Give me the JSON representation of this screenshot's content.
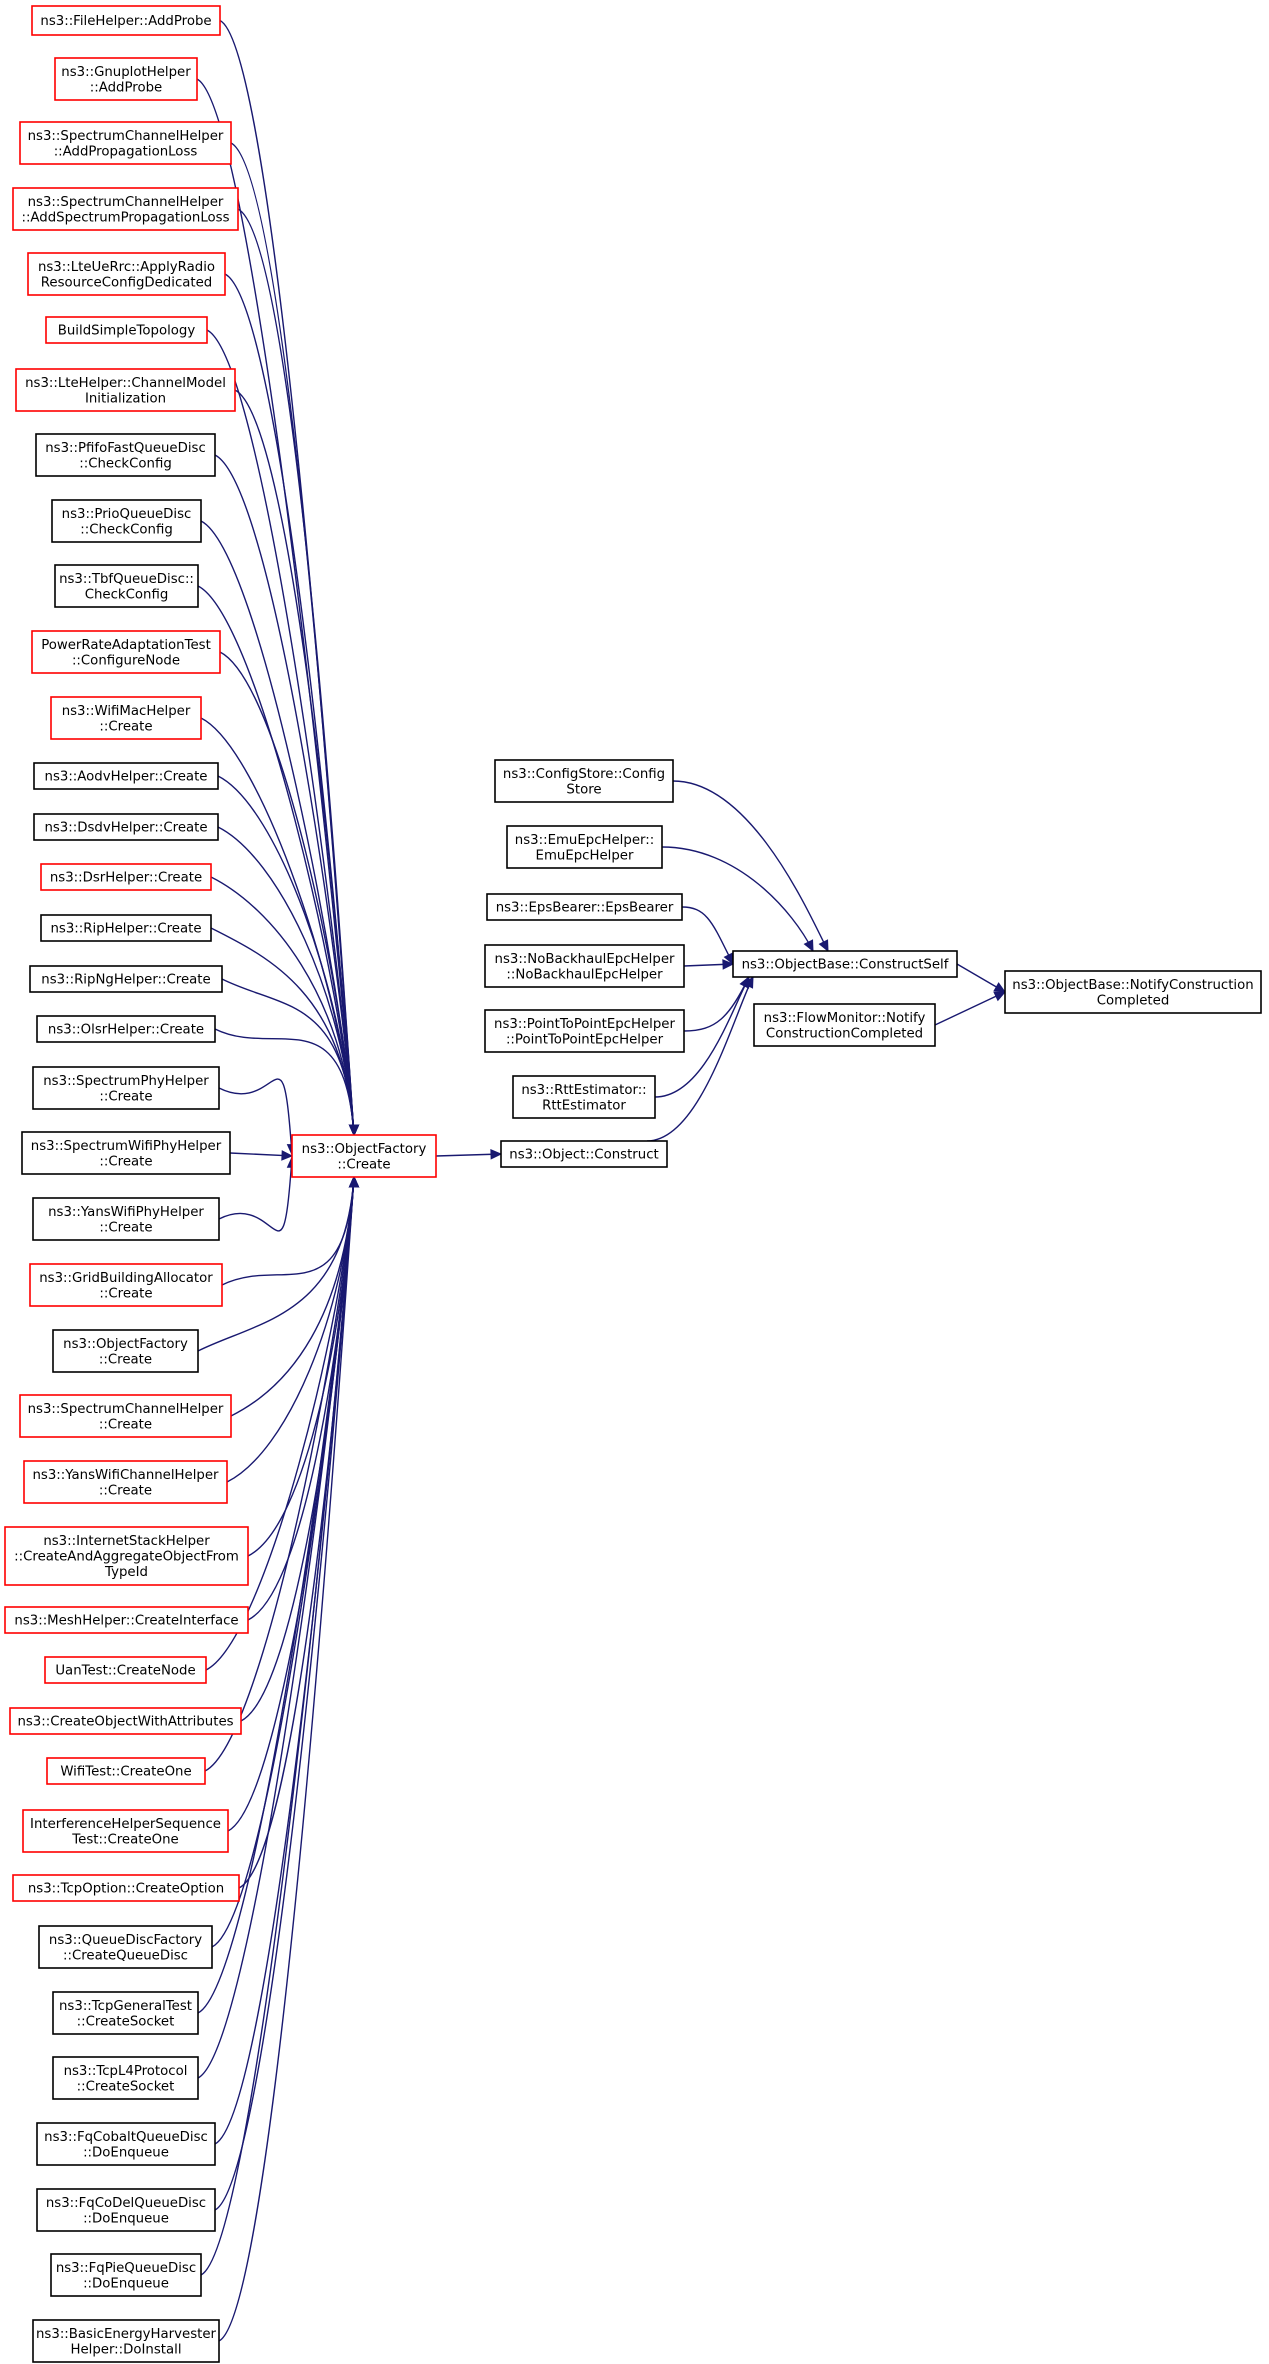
{
  "colors": {
    "edge": "#191970",
    "border_black": "#000000",
    "border_red": "#ff0000",
    "focus_fill": "#bfbfbf"
  },
  "focus": {
    "id": "notify",
    "lines": [
      "ns3::ObjectBase::NotifyConstruction",
      "Completed"
    ]
  },
  "nodes": [
    {
      "id": "fh_addprobe",
      "lines": [
        "ns3::FileHelper::AddProbe"
      ],
      "border": "red"
    },
    {
      "id": "gp_addprobe",
      "lines": [
        "ns3::GnuplotHelper",
        "::AddProbe"
      ],
      "border": "red"
    },
    {
      "id": "sch_addprop",
      "lines": [
        "ns3::SpectrumChannelHelper",
        "::AddPropagationLoss"
      ],
      "border": "red"
    },
    {
      "id": "sch_addspec",
      "lines": [
        "ns3::SpectrumChannelHelper",
        "::AddSpectrumPropagationLoss"
      ],
      "border": "red"
    },
    {
      "id": "lte_apply",
      "lines": [
        "ns3::LteUeRrc::ApplyRadio",
        "ResourceConfigDedicated"
      ],
      "border": "red"
    },
    {
      "id": "build_simple",
      "lines": [
        "BuildSimpleTopology"
      ],
      "border": "red"
    },
    {
      "id": "lte_chan",
      "lines": [
        "ns3::LteHelper::ChannelModel",
        "Initialization"
      ],
      "border": "red"
    },
    {
      "id": "pfifo",
      "lines": [
        "ns3::PfifoFastQueueDisc",
        "::CheckConfig"
      ],
      "border": "black"
    },
    {
      "id": "prio",
      "lines": [
        "ns3::PrioQueueDisc",
        "::CheckConfig"
      ],
      "border": "black"
    },
    {
      "id": "tbf",
      "lines": [
        "ns3::TbfQueueDisc::",
        "CheckConfig"
      ],
      "border": "black"
    },
    {
      "id": "power_rate",
      "lines": [
        "PowerRateAdaptationTest",
        "::ConfigureNode"
      ],
      "border": "red"
    },
    {
      "id": "wifimac",
      "lines": [
        "ns3::WifiMacHelper",
        "::Create"
      ],
      "border": "red"
    },
    {
      "id": "aodv",
      "lines": [
        "ns3::AodvHelper::Create"
      ],
      "border": "black"
    },
    {
      "id": "dsdv",
      "lines": [
        "ns3::DsdvHelper::Create"
      ],
      "border": "black"
    },
    {
      "id": "dsr",
      "lines": [
        "ns3::DsrHelper::Create"
      ],
      "border": "red"
    },
    {
      "id": "rip",
      "lines": [
        "ns3::RipHelper::Create"
      ],
      "border": "black"
    },
    {
      "id": "ripng",
      "lines": [
        "ns3::RipNgHelper::Create"
      ],
      "border": "black"
    },
    {
      "id": "olsr",
      "lines": [
        "ns3::OlsrHelper::Create"
      ],
      "border": "black"
    },
    {
      "id": "specphy",
      "lines": [
        "ns3::SpectrumPhyHelper",
        "::Create"
      ],
      "border": "black"
    },
    {
      "id": "specwifi",
      "lines": [
        "ns3::SpectrumWifiPhyHelper",
        "::Create"
      ],
      "border": "black"
    },
    {
      "id": "yanswifi",
      "lines": [
        "ns3::YansWifiPhyHelper",
        "::Create"
      ],
      "border": "black"
    },
    {
      "id": "gridbuild",
      "lines": [
        "ns3::GridBuildingAllocator",
        "::Create"
      ],
      "border": "red"
    },
    {
      "id": "objfact_c",
      "lines": [
        "ns3::ObjectFactory",
        "::Create"
      ],
      "border": "black"
    },
    {
      "id": "specchan_c",
      "lines": [
        "ns3::SpectrumChannelHelper",
        "::Create"
      ],
      "border": "red"
    },
    {
      "id": "yanschan_c",
      "lines": [
        "ns3::YansWifiChannelHelper",
        "::Create"
      ],
      "border": "red"
    },
    {
      "id": "inetstack",
      "lines": [
        "ns3::InternetStackHelper",
        "::CreateAndAggregateObjectFrom",
        "TypeId"
      ],
      "border": "red"
    },
    {
      "id": "mesh",
      "lines": [
        "ns3::MeshHelper::CreateInterface"
      ],
      "border": "red"
    },
    {
      "id": "uan",
      "lines": [
        "UanTest::CreateNode"
      ],
      "border": "red"
    },
    {
      "id": "createobj",
      "lines": [
        "ns3::CreateObjectWithAttributes"
      ],
      "border": "red"
    },
    {
      "id": "wifitest",
      "lines": [
        "WifiTest::CreateOne"
      ],
      "border": "red"
    },
    {
      "id": "interf",
      "lines": [
        "InterferenceHelperSequence",
        "Test::CreateOne"
      ],
      "border": "red"
    },
    {
      "id": "tcpopt",
      "lines": [
        "ns3::TcpOption::CreateOption"
      ],
      "border": "red"
    },
    {
      "id": "qdfact",
      "lines": [
        "ns3::QueueDiscFactory",
        "::CreateQueueDisc"
      ],
      "border": "black"
    },
    {
      "id": "tcpgen",
      "lines": [
        "ns3::TcpGeneralTest",
        "::CreateSocket"
      ],
      "border": "black"
    },
    {
      "id": "tcpl4",
      "lines": [
        "ns3::TcpL4Protocol",
        "::CreateSocket"
      ],
      "border": "black"
    },
    {
      "id": "fqcobalt",
      "lines": [
        "ns3::FqCobaltQueueDisc",
        "::DoEnqueue"
      ],
      "border": "black"
    },
    {
      "id": "fqcodel",
      "lines": [
        "ns3::FqCoDelQueueDisc",
        "::DoEnqueue"
      ],
      "border": "black"
    },
    {
      "id": "fqpie",
      "lines": [
        "ns3::FqPieQueueDisc",
        "::DoEnqueue"
      ],
      "border": "black"
    },
    {
      "id": "basicenergy",
      "lines": [
        "ns3::BasicEnergyHarvester",
        "Helper::DoInstall"
      ],
      "border": "black"
    },
    {
      "id": "objfactory_create",
      "lines": [
        "ns3::ObjectFactory",
        "::Create"
      ],
      "border": "red"
    },
    {
      "id": "object_construct",
      "lines": [
        "ns3::Object::Construct"
      ],
      "border": "black"
    },
    {
      "id": "configstore",
      "lines": [
        "ns3::ConfigStore::Config",
        "Store"
      ],
      "border": "black"
    },
    {
      "id": "emuepc",
      "lines": [
        "ns3::EmuEpcHelper::",
        "EmuEpcHelper"
      ],
      "border": "black"
    },
    {
      "id": "epsbearer",
      "lines": [
        "ns3::EpsBearer::EpsBearer"
      ],
      "border": "black"
    },
    {
      "id": "nobackhaul",
      "lines": [
        "ns3::NoBackhaulEpcHelper",
        "::NoBackhaulEpcHelper"
      ],
      "border": "black"
    },
    {
      "id": "p2pepc",
      "lines": [
        "ns3::PointToPointEpcHelper",
        "::PointToPointEpcHelper"
      ],
      "border": "black"
    },
    {
      "id": "rtt",
      "lines": [
        "ns3::RttEstimator::",
        "RttEstimator"
      ],
      "border": "black"
    },
    {
      "id": "constructself",
      "lines": [
        "ns3::ObjectBase::ConstructSelf"
      ],
      "border": "black"
    },
    {
      "id": "flowmon",
      "lines": [
        "ns3::FlowMonitor::Notify",
        "ConstructionCompleted"
      ],
      "border": "black"
    }
  ],
  "edges": [
    [
      "fh_addprobe",
      "objfactory_create"
    ],
    [
      "gp_addprobe",
      "objfactory_create"
    ],
    [
      "sch_addprop",
      "objfactory_create"
    ],
    [
      "sch_addspec",
      "objfactory_create"
    ],
    [
      "lte_apply",
      "objfactory_create"
    ],
    [
      "build_simple",
      "objfactory_create"
    ],
    [
      "lte_chan",
      "objfactory_create"
    ],
    [
      "pfifo",
      "objfactory_create"
    ],
    [
      "prio",
      "objfactory_create"
    ],
    [
      "tbf",
      "objfactory_create"
    ],
    [
      "power_rate",
      "objfactory_create"
    ],
    [
      "wifimac",
      "objfactory_create"
    ],
    [
      "aodv",
      "objfactory_create"
    ],
    [
      "dsdv",
      "objfactory_create"
    ],
    [
      "dsr",
      "objfactory_create"
    ],
    [
      "rip",
      "objfactory_create"
    ],
    [
      "ripng",
      "objfactory_create"
    ],
    [
      "olsr",
      "objfactory_create"
    ],
    [
      "specphy",
      "objfactory_create"
    ],
    [
      "specwifi",
      "objfactory_create"
    ],
    [
      "yanswifi",
      "objfactory_create"
    ],
    [
      "gridbuild",
      "objfactory_create"
    ],
    [
      "objfact_c",
      "objfactory_create"
    ],
    [
      "specchan_c",
      "objfactory_create"
    ],
    [
      "yanschan_c",
      "objfactory_create"
    ],
    [
      "inetstack",
      "objfactory_create"
    ],
    [
      "mesh",
      "objfactory_create"
    ],
    [
      "uan",
      "objfactory_create"
    ],
    [
      "createobj",
      "objfactory_create"
    ],
    [
      "wifitest",
      "objfactory_create"
    ],
    [
      "interf",
      "objfactory_create"
    ],
    [
      "tcpopt",
      "objfactory_create"
    ],
    [
      "qdfact",
      "objfactory_create"
    ],
    [
      "tcpgen",
      "objfactory_create"
    ],
    [
      "tcpl4",
      "objfactory_create"
    ],
    [
      "fqcobalt",
      "objfactory_create"
    ],
    [
      "fqcodel",
      "objfactory_create"
    ],
    [
      "fqpie",
      "objfactory_create"
    ],
    [
      "basicenergy",
      "objfactory_create"
    ],
    [
      "objfactory_create",
      "object_construct"
    ],
    [
      "configstore",
      "constructself"
    ],
    [
      "emuepc",
      "constructself"
    ],
    [
      "epsbearer",
      "constructself"
    ],
    [
      "nobackhaul",
      "constructself"
    ],
    [
      "p2pepc",
      "constructself"
    ],
    [
      "rtt",
      "constructself"
    ],
    [
      "object_construct",
      "constructself"
    ],
    [
      "constructself",
      "notify"
    ],
    [
      "flowmon",
      "notify"
    ]
  ]
}
